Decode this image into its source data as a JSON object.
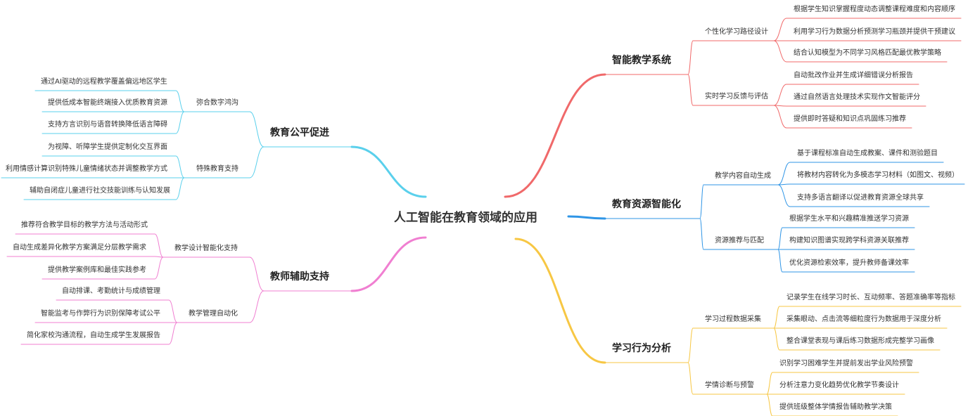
{
  "root": {
    "label": "人工智能在教育领域的应用"
  },
  "branches": [
    {
      "label": "智能教学系统",
      "side": "right",
      "color": "#f0696a",
      "groups": [
        {
          "label": "个性化学习路径设计",
          "leaves": [
            "根据学生知识掌握程度动态调整课程难度和内容顺序",
            "利用学习行为数据分析预测学习瓶颈并提供干预建议",
            "结合认知模型为不同学习风格匹配最优教学策略"
          ]
        },
        {
          "label": "实时学习反馈与评估",
          "leaves": [
            "自动批改作业并生成详细错误分析报告",
            "通过自然语言处理技术实现作文智能评分",
            "提供即时答疑和知识点巩固练习推荐"
          ]
        }
      ]
    },
    {
      "label": "教育资源智能化",
      "side": "right",
      "color": "#2f95e6",
      "groups": [
        {
          "label": "教学内容自动生成",
          "leaves": [
            "基于课程标准自动生成教案、课件和测验题目",
            "将教材内容转化为多模态学习材料（如图文、视频）",
            "支持多语言翻译以促进教育资源全球共享"
          ]
        },
        {
          "label": "资源推荐与匹配",
          "leaves": [
            "根据学生水平和兴趣精准推送学习资源",
            "构建知识图谱实现跨学科资源关联推荐",
            "优化资源检索效率，提升教师备课效率"
          ]
        }
      ]
    },
    {
      "label": "学习行为分析",
      "side": "right",
      "color": "#f7c744",
      "groups": [
        {
          "label": "学习过程数据采集",
          "leaves": [
            "记录学生在线学习时长、互动频率、答题准确率等指标",
            "采集眼动、点击流等细粒度行为数据用于深度分析",
            "整合课堂表现与课后练习数据形成完整学习画像"
          ]
        },
        {
          "label": "学情诊断与预警",
          "leaves": [
            "识别学习困难学生并提前发出学业风险预警",
            "分析注意力变化趋势优化教学节奏设计",
            "提供班级整体学情报告辅助教学决策"
          ]
        }
      ]
    },
    {
      "label": "教育公平促进",
      "side": "left",
      "color": "#5ad0ec",
      "groups": [
        {
          "label": "弥合数字鸿沟",
          "leaves": [
            "通过AI驱动的远程教学覆盖偏远地区学生",
            "提供低成本智能终端接入优质教育资源",
            "支持方言识别与语音转换降低语言障碍"
          ]
        },
        {
          "label": "特殊教育支持",
          "leaves": [
            "为视障、听障学生提供定制化交互界面",
            "利用情感计算识别特殊儿童情绪状态并调整教学方式",
            "辅助自闭症儿童进行社交技能训练与认知发展"
          ]
        }
      ]
    },
    {
      "label": "教师辅助支持",
      "side": "left",
      "color": "#f07fd1",
      "groups": [
        {
          "label": "教学设计智能化支持",
          "leaves": [
            "推荐符合教学目标的教学方法与活动形式",
            "自动生成差异化教学方案满足分层教学需求",
            "提供教学案例库和最佳实践参考"
          ]
        },
        {
          "label": "教学管理自动化",
          "leaves": [
            "自动排课、考勤统计与成绩管理",
            "智能监考与作弊行为识别保障考试公平",
            "简化家校沟通流程，自动生成学生发展报告"
          ]
        }
      ]
    }
  ]
}
